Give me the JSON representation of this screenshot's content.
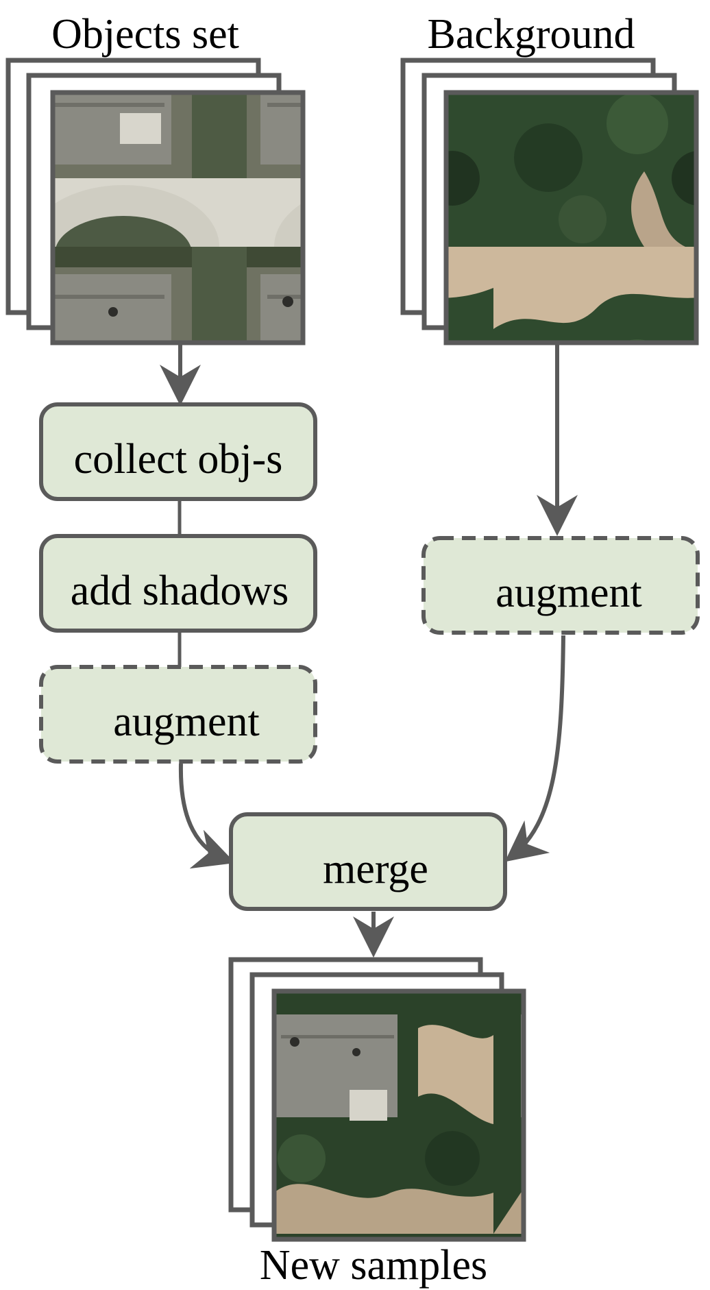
{
  "headings": {
    "objects_set": "Objects set",
    "background": "Background",
    "new_samples": "New samples"
  },
  "steps": {
    "collect": "collect obj-s",
    "add_shadows": "add shadows",
    "augment_objects": "augment",
    "augment_background": "augment",
    "merge": "merge"
  },
  "images": {
    "objects": "aerial image of house with driveway",
    "background": "aerial image of trees and dirt path",
    "result": "aerial image of house merged onto trees"
  },
  "colors": {
    "box_fill": "#dfe8d6",
    "stroke": "#5a5a5a",
    "text": "#000000"
  }
}
